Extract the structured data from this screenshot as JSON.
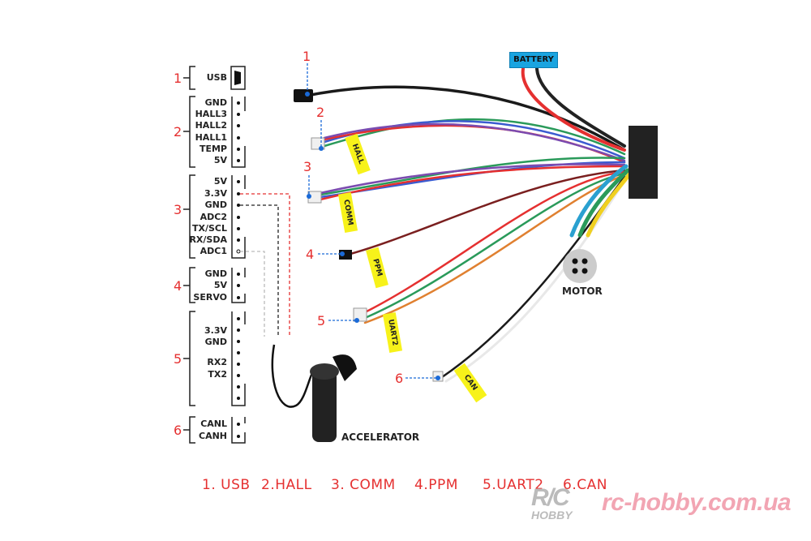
{
  "groups": [
    {
      "number": "1",
      "pins": [
        "USB"
      ]
    },
    {
      "number": "2",
      "pins": [
        "GND",
        "HALL3",
        "HALL2",
        "HALL1",
        "TEMP",
        "5V"
      ]
    },
    {
      "number": "3",
      "pins": [
        "5V",
        "3.3V",
        "GND",
        "ADC2",
        "TX/SCL",
        "RX/SDA",
        "ADC1"
      ]
    },
    {
      "number": "4",
      "pins": [
        "GND",
        "5V",
        "SERVO"
      ]
    },
    {
      "number": "5",
      "pins": [
        "3.3V",
        "GND",
        "RX2",
        "TX2"
      ]
    },
    {
      "number": "6",
      "pins": [
        "CANL",
        "CANH"
      ]
    }
  ],
  "connector_tags": [
    "HALL",
    "COMM",
    "PPM",
    "UART2",
    "CAN"
  ],
  "callouts": [
    "1",
    "2",
    "3",
    "4",
    "5",
    "6"
  ],
  "battery_label": "BATTERY",
  "motor_label": "MOTOR",
  "accelerator_label": "ACCELERATOR",
  "legend": [
    "1. USB",
    "2.HALL",
    "3. COMM",
    "4.PPM",
    "5.UART2",
    "6.CAN"
  ],
  "watermark": {
    "logo": "R/C HOBBY",
    "site": "rc-hobby.com.ua"
  },
  "colors": {
    "red": "#e53030",
    "tag": "#f7f21a",
    "battery": "#1aa4e0",
    "watermark": "#f2a5b3"
  }
}
